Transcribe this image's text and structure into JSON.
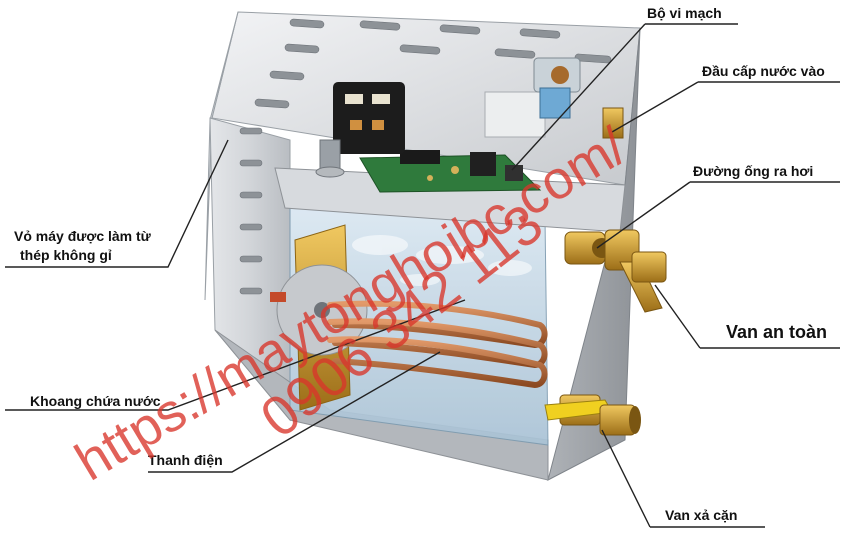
{
  "labels": {
    "circuit_board": "Bộ vi mạch",
    "water_inlet": "Đầu cấp nước vào",
    "steam_outlet": "Đường ống ra hơi",
    "shell_line1": "Vỏ máy được làm từ",
    "shell_line2": "thép không gỉ",
    "safety_valve": "Van an toàn",
    "water_chamber": "Khoang chứa nước",
    "heating_element": "Thanh điện",
    "drain_valve": "Van xả cặn"
  },
  "watermark": {
    "url": "https://maytonghoibc.com/",
    "phone": "0906 342 113",
    "color": "#d9362b"
  },
  "colors": {
    "steel": "#c9ccd0",
    "brass": "#c9962a",
    "copper": "#b86a3a",
    "board": "#2f7a3c",
    "water": "#bfd6e6"
  }
}
